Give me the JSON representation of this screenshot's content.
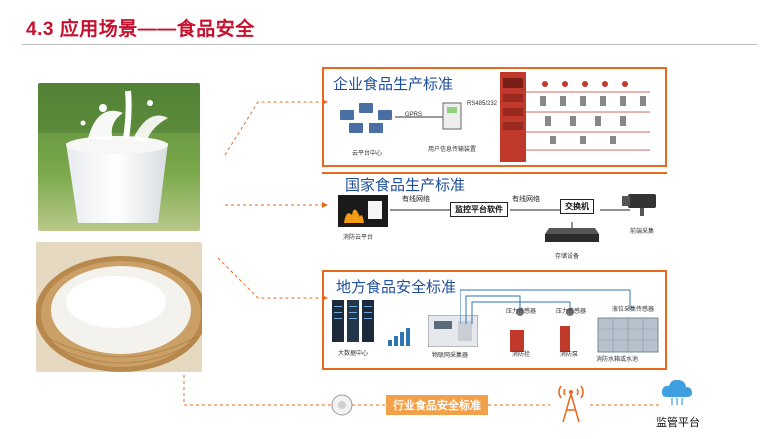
{
  "title": "4.3 应用场景——食品安全",
  "panels": {
    "enterprise": {
      "title": "企业食品生产标准",
      "labels": {
        "cloud_center": "云平台中心",
        "gprs": "GPRS",
        "rs": "RS485/232",
        "device": "用户信息传输装置"
      }
    },
    "national": {
      "title": "国家食品生产标准",
      "labels": {
        "wired1": "有线网络",
        "wired2": "有线网络",
        "monitor": "监控平台软件",
        "switch": "交换机",
        "cloud": "消防云平台",
        "storage": "存储设备",
        "front": "前端采集"
      }
    },
    "local": {
      "title": "地方食品安全标准",
      "labels": {
        "bigdata": "大数据中心",
        "collector": "物联网采集器",
        "pressure1": "压力传感器",
        "pressure2": "压力传感器",
        "level": "液位采集传感器",
        "hydrant": "消防栓",
        "pump": "消防泵",
        "tank": "消防水箱或水池"
      }
    }
  },
  "bottom": {
    "industry_label": "行业食品安全标准",
    "platform_label": "监管平台"
  },
  "colors": {
    "accent": "#c8102e",
    "panel_border": "#e8681e",
    "panel_title": "#1f4e9c",
    "orange": "#f3a04a"
  }
}
